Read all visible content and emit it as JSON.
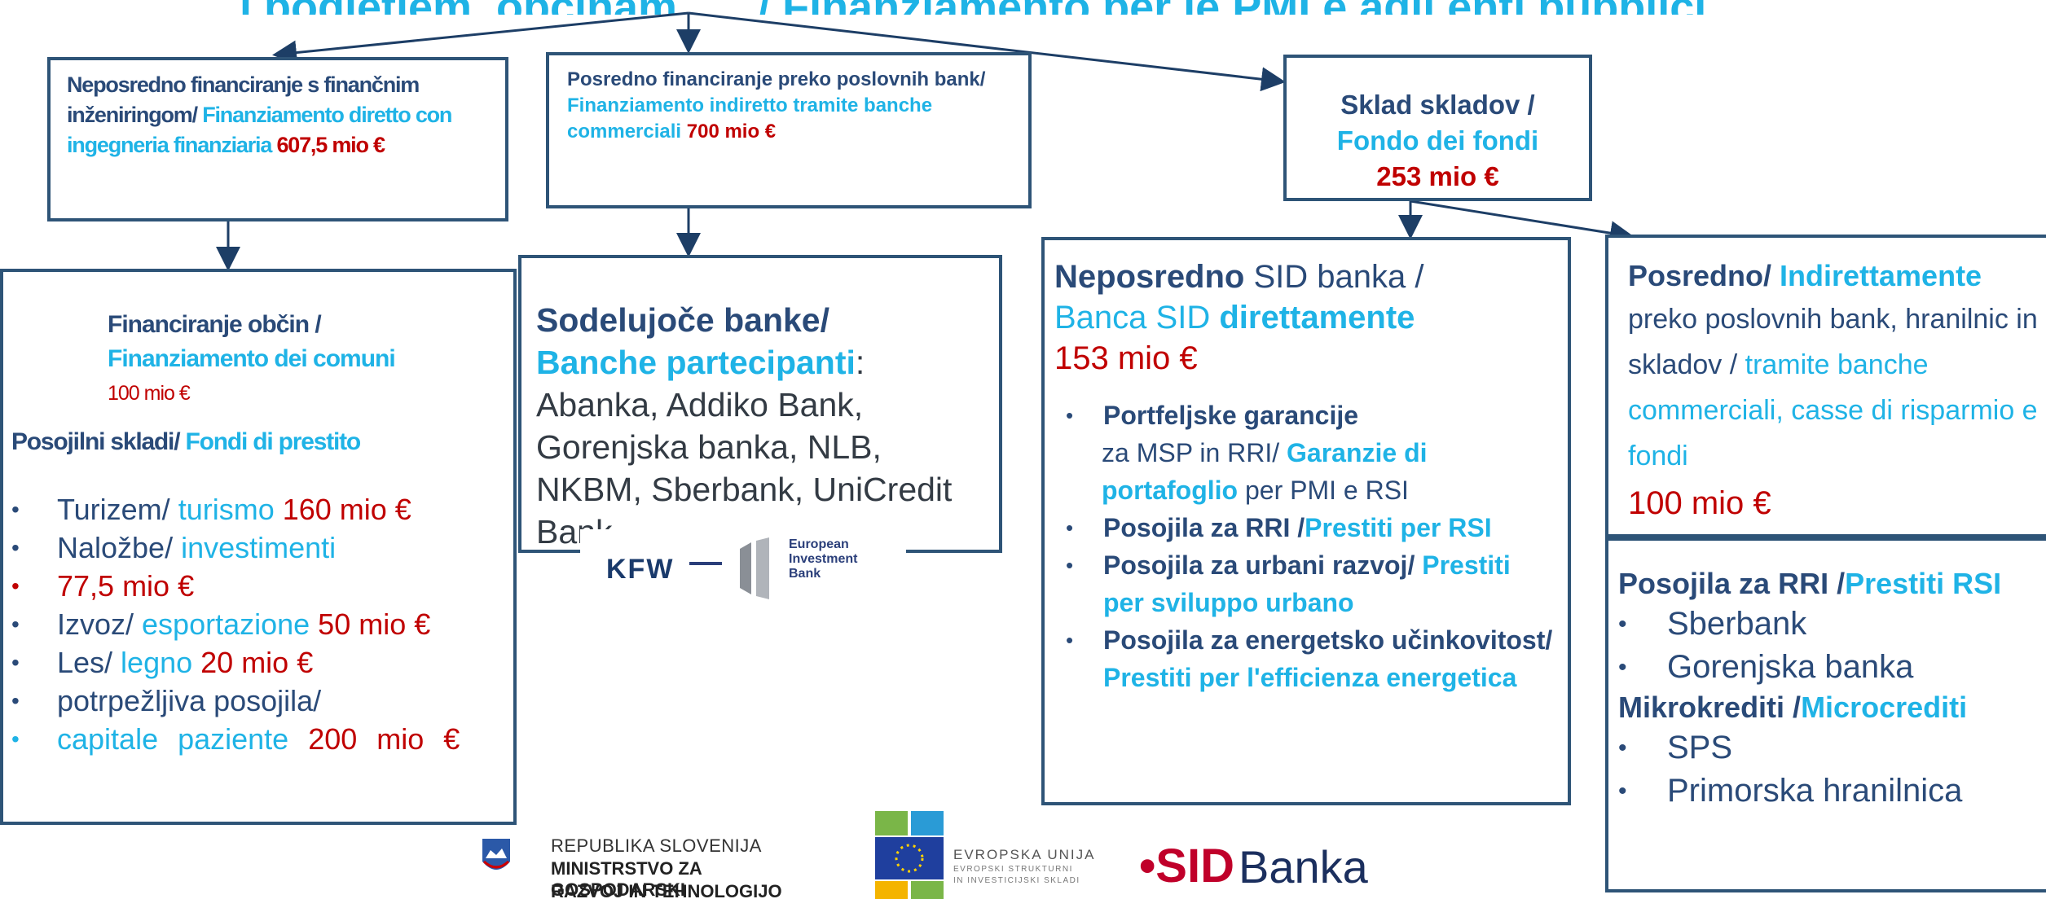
{
  "colors": {
    "navy": "#2a4a78",
    "cyan": "#1fb3e6",
    "red": "#c00000",
    "border": "#2e5477"
  },
  "title_strip": "…i podjetjem, občinam, … / Finanziamento per le PMI e agli enti pubblici, …",
  "direct": {
    "sl": "Neposredno financiranje  s finančnim inženiringom/",
    "it": " Finanziamento diretto con ingegneria finanziaria",
    "amount": " 607,5 mio €"
  },
  "indirect": {
    "sl": "Posredno financiranje preko poslovnih bank/",
    "it": " Finanziamento indiretto tramite banche commerciali",
    "amount": " 700 mio €"
  },
  "fund": {
    "sl": "Sklad  skladov /",
    "it": "Fondo dei fondi",
    "amount": "253 mio €"
  },
  "municipal": {
    "sl": "Financiranje občin /",
    "it": "Finanziamento dei comuni",
    "amount": "100 mio €",
    "loan_funds_sl": "Posojilni skladi/",
    "loan_funds_it": " Fondi di prestito",
    "items": [
      {
        "sl": "Turizem/",
        "it": " turismo",
        "amount": " 160 mio €"
      },
      {
        "sl": "Naložbe/",
        "it": " investimenti",
        "amount": ""
      },
      {
        "sl": "",
        "it": "",
        "amount": "77,5 mio  €"
      },
      {
        "sl": "Izvoz/",
        "it": " esportazione",
        "amount": " 50 mio €"
      },
      {
        "sl": "Les/",
        "it": " legno",
        "amount": " 20 mio €"
      },
      {
        "sl": "potrpežljiva posojila/",
        "it": "",
        "amount": ""
      },
      {
        "sl": "",
        "it": "capitale  paziente",
        "amount": "  200  mio €"
      }
    ]
  },
  "banks": {
    "sl": "Sodelujoče banke/",
    "it": "Banche partecipanti",
    "colon": ":",
    "list": "Abanka, Addiko Bank, Gorenjska banka, NLB, NKBM, Sberbank, UniCredit Bank."
  },
  "logos": {
    "kfw": "KFW",
    "eib_1": "European",
    "eib_2": "Investment",
    "eib_3": "Bank"
  },
  "sid_direct": {
    "sl_bold": "Neposredno",
    "sl_rest": " SID banka /",
    "it_rest": "Banca SID ",
    "it_bold": "direttamente",
    "amount": "153 mio €",
    "items": [
      {
        "sl": "Portfeljske garancije",
        "sl2": "za MSP in RRI/ ",
        "it": "Garanzie di portafoglio",
        "tail": " per PMI e RSI"
      },
      {
        "sl": "Posojila za RRI /",
        "it": "Prestiti per RSI"
      },
      {
        "sl": "Posojila za urbani razvoj/",
        "it": " Prestiti per sviluppo urbano"
      },
      {
        "sl": "Posojila za energetsko učinkovitost/",
        "it": " Prestiti per l'efficienza energetica"
      }
    ]
  },
  "indirect_fund": {
    "sl_bold": "Posredno/",
    "it_bold": " Indirettamente",
    "sl_text": "preko poslovnih bank, hranilnic in skladov / ",
    "it_text": " tramite banche commerciali, casse di risparmio e fondi",
    "amount": "100 mio €"
  },
  "rri_loans": {
    "sl": "Posojila za RRI /",
    "it": "Prestiti RSI",
    "banks": [
      "Sberbank",
      "Gorenjska banka"
    ],
    "micro_sl": "Mikrokrediti /",
    "micro_it": "Microcrediti",
    "micro": [
      "SPS",
      "Primorska hranilnica"
    ]
  },
  "footer": {
    "slo_1": "REPUBLIKA SLOVENIJA",
    "slo_2": "MINISTRSTVO ZA GOSPODARSKI",
    "slo_3": "RAZVOJ IN TEHNOLOGIJO",
    "eu_1": "EVROPSKA UNIJA",
    "eu_2": "EVROPSKI STRUKTURNI",
    "eu_3": "IN INVESTICIJSKI SKLADI",
    "sid_mark": "•SID",
    "sid_word": "Banka"
  }
}
